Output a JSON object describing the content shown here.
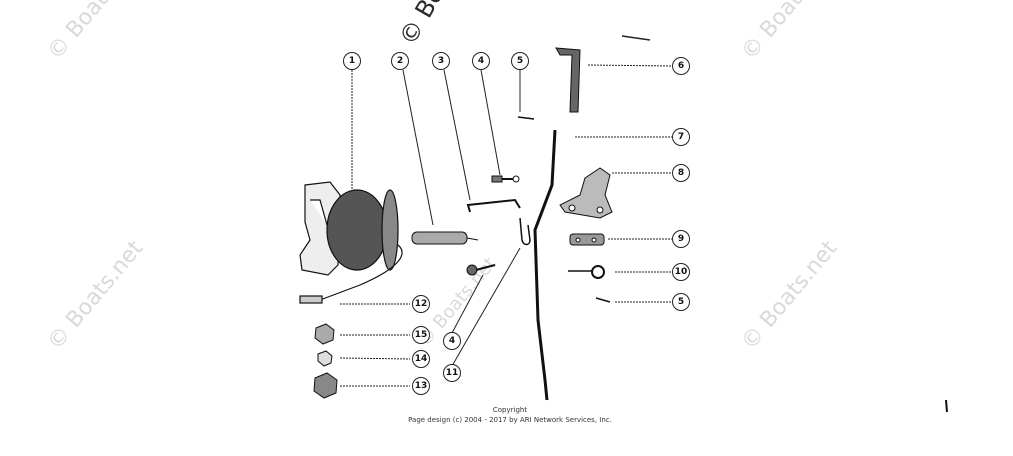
{
  "watermarks": {
    "text": "© Boats.net",
    "top_text": "© Boats"
  },
  "callouts": [
    "1",
    "2",
    "3",
    "4",
    "5",
    "6",
    "7",
    "8",
    "9",
    "10",
    "5",
    "12",
    "15",
    "14",
    "13",
    "4",
    "11"
  ],
  "footer": {
    "line1": "Copyright",
    "line2": "Page design (c) 2004 - 2017 by ARI Network Services, Inc."
  },
  "colors": {
    "ink": "#222222",
    "watermark": "#d9d9d9"
  }
}
